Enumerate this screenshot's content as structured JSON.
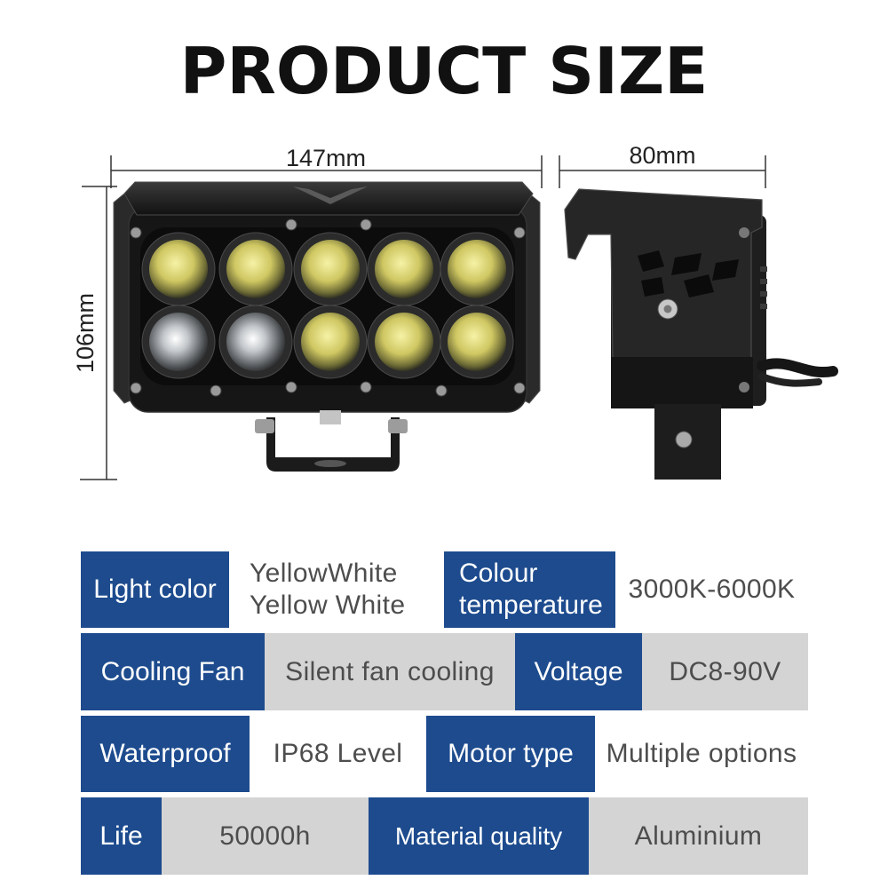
{
  "title": "PRODUCT SIZE",
  "dimensions": {
    "width": "147mm",
    "depth": "80mm",
    "height": "106mm"
  },
  "specs": [
    {
      "label": "Light color",
      "value_lines": [
        "YellowWhite",
        "Yellow White"
      ]
    },
    {
      "label": "Colour temperature",
      "value": "3000K-6000K"
    },
    {
      "label": "Cooling Fan",
      "value": "Silent fan cooling"
    },
    {
      "label": "Voltage",
      "value": "DC8-90V"
    },
    {
      "label": "Waterproof",
      "value": "IP68 Level"
    },
    {
      "label": "Motor type",
      "value": "Multiple options"
    },
    {
      "label": "Life",
      "value": "50000h"
    },
    {
      "label": "Material quality",
      "value": "Aluminium"
    }
  ],
  "colors": {
    "label_bg": "#1d4b8e",
    "label_text": "#ffffff",
    "value_alt_bg": "#d4d4d4",
    "value_text": "#4d4d4d"
  }
}
